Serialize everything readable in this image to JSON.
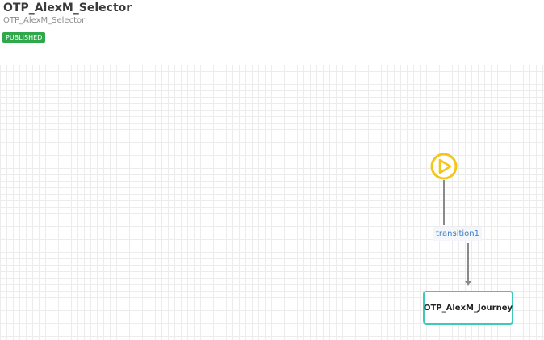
{
  "header": {
    "title": "OTP_AlexM_Selector",
    "subtitle": "OTP_AlexM_Selector",
    "status_badge": "PUBLISHED"
  },
  "flow": {
    "start_node_icon": "play-icon",
    "transition_label": "transition1",
    "journey_node_label": "OTP_AlexM_Journey"
  },
  "colors": {
    "status_badge": "#2ea84a",
    "start_node": "#f5c518",
    "journey_border": "#3fc9bb",
    "transition_text": "#3b7fc4",
    "edge": "#8a8a8a"
  }
}
